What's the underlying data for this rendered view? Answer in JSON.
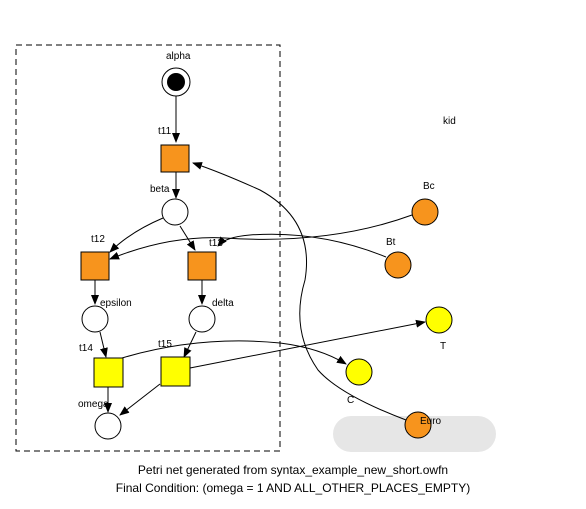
{
  "colors": {
    "transition_orange": "#F7941D",
    "transition_yellow": "#FFFF00",
    "place_white": "#FFFFFF",
    "place_orange": "#F7941D",
    "place_yellow": "#FFFF00",
    "token": "#000000",
    "interface_box": "#E6E6E6",
    "stroke": "#000000"
  },
  "places": {
    "alpha": "alpha",
    "beta": "beta",
    "epsilon": "epsilon",
    "delta": "delta",
    "omega": "omega",
    "bc": "Bc",
    "bt": "Bt",
    "t": "T",
    "c": "C",
    "euro": "Euro"
  },
  "transitions": {
    "t11": "t11",
    "t12": "t12",
    "t13": "t13",
    "t14": "t14",
    "t15": "t15"
  },
  "labels": {
    "kid": "kid"
  },
  "caption": {
    "line1": "Petri net generated from syntax_example_new_short.owfn",
    "line2": "Final Condition: (omega = 1 AND ALL_OTHER_PLACES_EMPTY)"
  }
}
